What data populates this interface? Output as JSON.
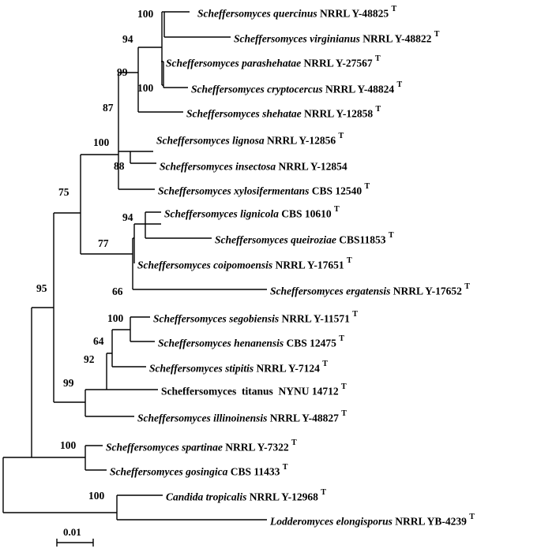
{
  "taxa": [
    {
      "genus": "Scheffersomyces",
      "species": "quercinus",
      "strain": "NRRL Y-48825",
      "type": "T"
    },
    {
      "genus": "Scheffersomyces",
      "species": "virginianus",
      "strain": "NRRL Y-48822",
      "type": "T"
    },
    {
      "genus": "Scheffersomyces",
      "species": "parashehatae",
      "strain": "NRRL Y-27567",
      "type": "T"
    },
    {
      "genus": "Scheffersomyces",
      "species": "cryptocercus",
      "strain": "NRRL Y-48824",
      "type": "T"
    },
    {
      "genus": "Scheffersomyces",
      "species": "shehatae",
      "strain": "NRRL Y-12858",
      "type": "T"
    },
    {
      "genus": "Scheffersomyces",
      "species": "lignosa",
      "strain": "NRRL Y-12856",
      "type": "T"
    },
    {
      "genus": "Scheffersomyces",
      "species": "insectosa",
      "strain": "NRRL Y-12854",
      "type": ""
    },
    {
      "genus": "Scheffersomyces",
      "species": "xylosifermentans",
      "strain": "CBS 12540",
      "type": "T"
    },
    {
      "genus": "Scheffersomyces",
      "species": "lignicola",
      "strain": "CBS 10610",
      "type": "T"
    },
    {
      "genus": "Scheffersomyces",
      "species": "queiroziae",
      "strain": "CBS11853",
      "type": "T"
    },
    {
      "genus": "Scheffersomyces",
      "species": "coipomoensis",
      "strain": "NRRL Y-17651",
      "type": "T"
    },
    {
      "genus": "Scheffersomyces",
      "species": "ergatensis",
      "strain": "NRRL Y-17652",
      "type": "T"
    },
    {
      "genus": "Scheffersomyces",
      "species": "segobiensis",
      "strain": "NRRL Y-11571",
      "type": "T"
    },
    {
      "genus": "Scheffersomyces",
      "species": "henanensis",
      "strain": "CBS 12475",
      "type": "T"
    },
    {
      "genus": "Scheffersomyces",
      "species": "stipitis",
      "strain": "NRRL Y-7124",
      "type": "T"
    },
    {
      "genus": "Scheffersomyces",
      "species": "titanus",
      "strain": "NYNU 14712",
      "type": "T"
    },
    {
      "genus": "Scheffersomyces",
      "species": "illinoinensis",
      "strain": "NRRL Y-48827",
      "type": "T"
    },
    {
      "genus": "Scheffersomyces",
      "species": "spartinae",
      "strain": "NRRL Y-7322",
      "type": "T"
    },
    {
      "genus": "Scheffersomyces",
      "species": "gosingica",
      "strain": "CBS 11433",
      "type": "T"
    },
    {
      "genus": "Candida",
      "species": "tropicalis",
      "strain": "NRRL Y-12968",
      "type": "T"
    },
    {
      "genus": "Lodderomyces",
      "species": "elongisporus",
      "strain": "NRRL YB-4239",
      "type": "T"
    }
  ],
  "support_values": [
    "100",
    "94",
    "99",
    "100",
    "87",
    "100",
    "88",
    "75",
    "94",
    "77",
    "66",
    "95",
    "100",
    "64",
    "92",
    "99",
    "100",
    "100"
  ],
  "scale_bar": {
    "label": "0.01"
  }
}
